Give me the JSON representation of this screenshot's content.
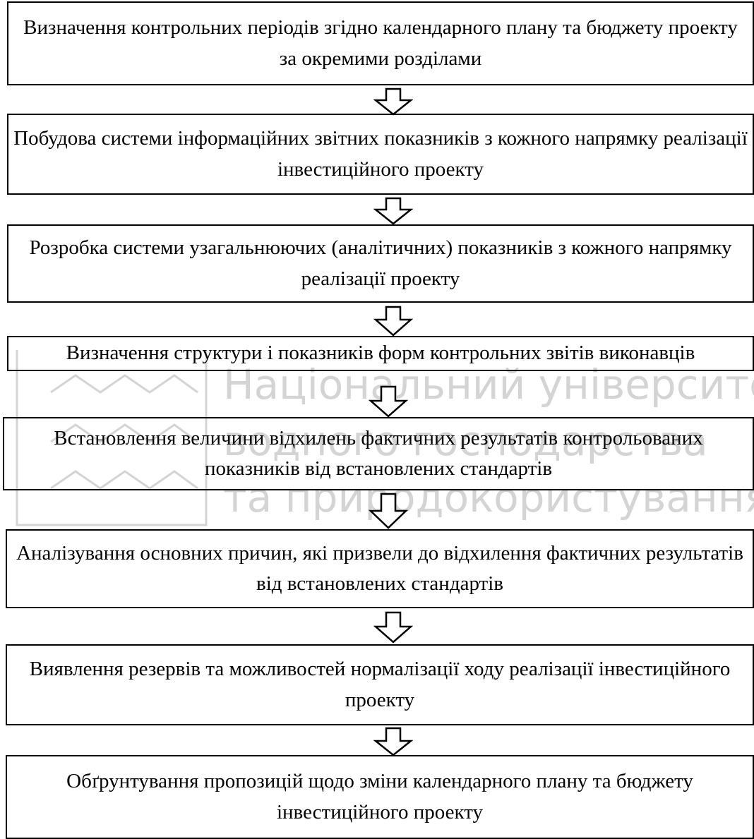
{
  "steps": [
    "Визначення контрольних періодів згідно календарного плану та бюджету проекту за окремими розділами",
    "Побудова системи інформаційних звітних показників з кожного напрямку реалізації інвестиційного проекту",
    "Розробка системи узагальнюючих (аналітичних) показників з кожного напрямку реалізації проекту",
    "Визначення структури і показників форм контрольних звітів  виконавців",
    "Встановлення величини відхилень фактичних результатів контрольованих показників від встановлених стандартів",
    "Аналізування основних причин, які призвели до відхилення фактичних результатів від встановлених стандартів",
    "Виявлення резервів та можливостей нормалізації ходу реалізації інвестиційного проекту",
    "Обґрунтування пропозицій щодо зміни календарного плану та бюджету інвестиційного проекту"
  ],
  "watermark": {
    "line1": "Національний університе",
    "line2": "водного господарства",
    "line3": "та природокористування"
  },
  "colors": {
    "border": "#000000",
    "watermark": "#d4d4d4",
    "background": "#ffffff"
  }
}
